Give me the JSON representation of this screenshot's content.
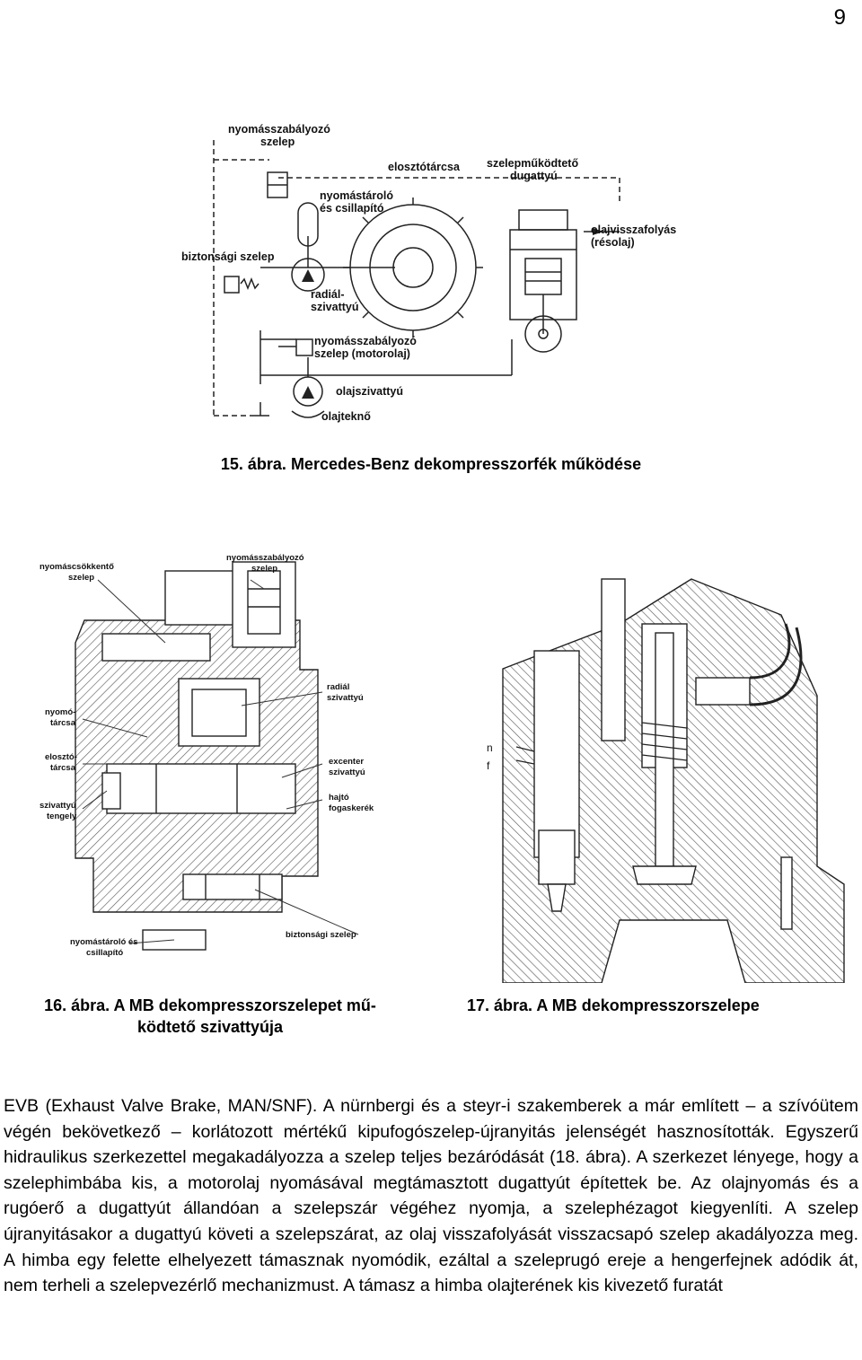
{
  "page": {
    "number": "9"
  },
  "figure15": {
    "caption": "15. ábra. Mercedes-Benz dekompresszorfék működése",
    "labels": {
      "pressure_regulator_line1": "nyomásszabályozó",
      "pressure_regulator_line2": "szelep",
      "distributor_disc": "elosztótárcsa",
      "valve_piston_line1": "szelepműködtető",
      "valve_piston_line2": "dugattyú",
      "accumulator_line1": "nyomástároló",
      "accumulator_line2": "és csillapító",
      "oil_return_line1": "olajvisszafolyás",
      "oil_return_line2": "(résolaj)",
      "safety_valve": "biztonsági szelep",
      "radial_pump_line1": "radiál-",
      "radial_pump_line2": "szivattyú",
      "engine_oil_regulator_line1": "nyomásszabályozó",
      "engine_oil_regulator_line2": "szelep (motorolaj)",
      "oil_pump": "olajszivattyú",
      "oil_pan": "olajteknő"
    }
  },
  "figure16": {
    "caption_line1": "16. ábra. A MB dekompresszorszelepet mű-",
    "caption_line2": "ködtető szivattyúja",
    "labels": {
      "pressure_reducer_line1": "nyomáscsökkentő",
      "pressure_reducer_line2": "szelep",
      "pressure_regulator_line1": "nyomásszabályozó",
      "pressure_regulator_line2": "szelep",
      "radial_pump_line1": "radiál",
      "radial_pump_line2": "szivattyú",
      "pressure_disc_line1": "nyomó-",
      "pressure_disc_line2": "tárcsa",
      "distributor_disc_line1": "elosztó-",
      "distributor_disc_line2": "tárcsa",
      "eccentric_pump_line1": "excenter",
      "eccentric_pump_line2": "szivattyú",
      "drive_gear_line1": "hajtó",
      "drive_gear_line2": "fogaskerék",
      "pump_shaft_line1": "szivattyú",
      "pump_shaft_line2": "tengely",
      "safety_valve": "biztonsági szelep",
      "accumulator_line1": "nyomástároló és",
      "accumulator_line2": "csillapító"
    }
  },
  "figure17": {
    "caption": "17. ábra. A MB dekompresszorszelepe",
    "labels": {
      "marker_n": "n",
      "marker_f": "f"
    }
  },
  "body": {
    "paragraph": "EVB (Exhaust Valve Brake, MAN/SNF). A nürnbergi és a steyr-i szakemberek a már említett – a szívóütem végén bekövetkező – korlátozott mértékű kipufogószelep-újranyitás jelenségét hasznosították. Egyszerű hidraulikus szerkezettel megakadályozza a szelep teljes bezáródását (18. ábra). A szerkezet lényege, hogy a szelephimbába kis, a motorolaj nyomásával megtámasztott dugattyút építettek be. Az olajnyomás és a rugóerő a dugattyút állandóan a szelepszár végéhez nyomja, a szelephézagot kiegyenlíti. A szelep újranyitásakor a dugattyú követi a szelepszárat, az olaj visszafolyását visszacsapó szelep akadályozza meg. A himba egy felette elhelyezett támasznak nyomódik, ezáltal a szeleprugó ereje a hengerfejnek adódik át, nem terheli a szelepvezérlő mechanizmust. A támasz a himba olajterének kis kivezető furatát"
  }
}
